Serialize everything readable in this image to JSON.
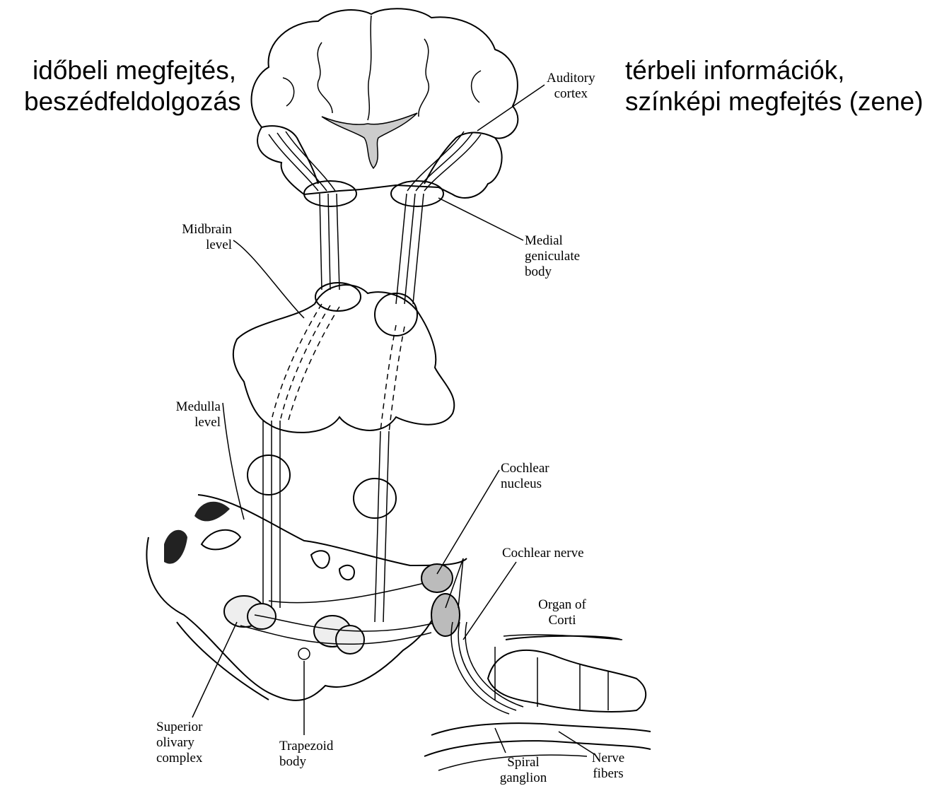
{
  "caption_left": {
    "line1": "időbeli megfejtés,",
    "line2": "beszédfeldolgozás"
  },
  "caption_right": {
    "line1": "térbeli információk,",
    "line2": "színképi megfejtés (zene)"
  },
  "labels": {
    "auditory_cortex": [
      "Auditory",
      "cortex"
    ],
    "midbrain_level": [
      "Midbrain",
      "level"
    ],
    "medial_geniculate_body": [
      "Medial",
      "geniculate",
      "body"
    ],
    "medulla_level": [
      "Medulla",
      "level"
    ],
    "cochlear_nucleus": [
      "Cochlear",
      "nucleus"
    ],
    "cochlear_nerve": "Cochlear nerve",
    "organ_of_corti": [
      "Organ of",
      "Corti"
    ],
    "superior_olivary_complex": [
      "Superior",
      "olivary",
      "complex"
    ],
    "trapezoid_body": [
      "Trapezoid",
      "body"
    ],
    "spiral_ganglion": [
      "Spiral",
      "ganglion"
    ],
    "nerve_fibers": [
      "Nerve",
      "fibers"
    ]
  }
}
